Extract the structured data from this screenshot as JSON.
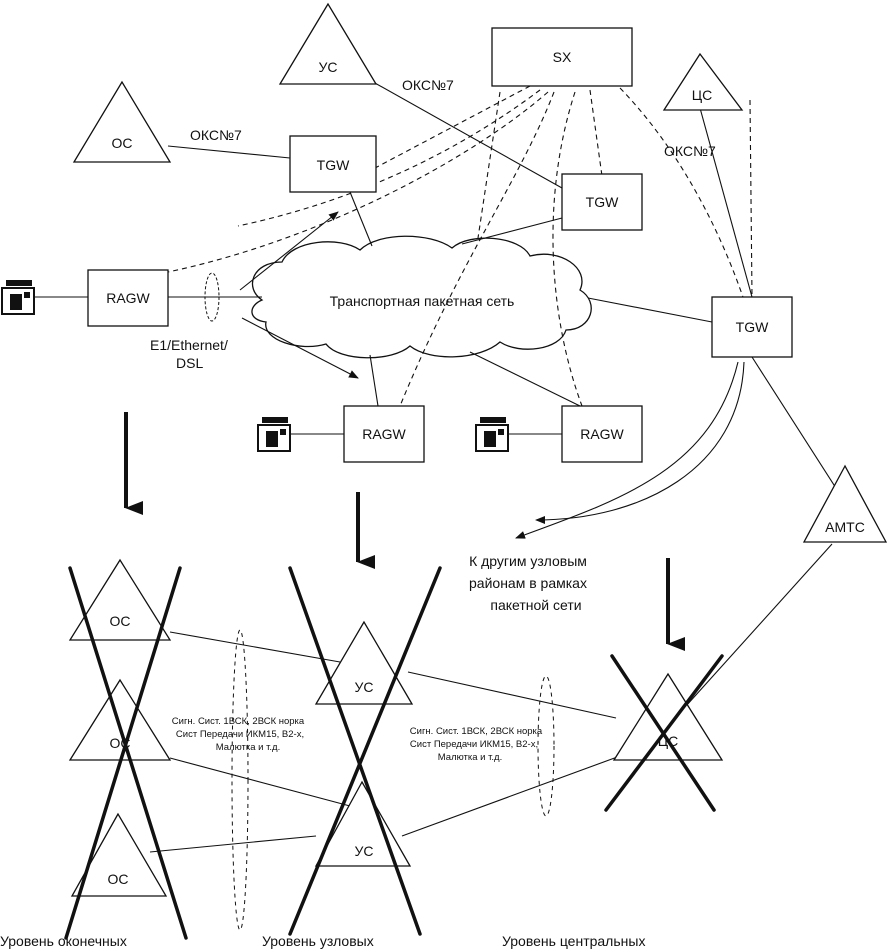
{
  "nodes": {
    "sx": "SX",
    "tgw": "TGW",
    "ragw": "RAGW",
    "oc": "ОС",
    "uc": "УС",
    "cc": "ЦС",
    "amtc": "АМТС"
  },
  "links": {
    "oksn7": "ОКС№7",
    "access": [
      "E1/Ethernet/",
      "DSL"
    ]
  },
  "cloud_label": "Транспортная пакетная сеть",
  "other_regions": [
    "К другим узловым",
    "районам в рамках",
    "пакетной сети"
  ],
  "legacy_note_left": [
    "Сигн. Сист. 1ВСК, 2ВСК норка",
    "Сист Передачи ИКМ15, В2-х,",
    "Малютка и т.д."
  ],
  "legacy_note_right": [
    "Сигн. Сист. 1ВСК, 2ВСК норка",
    "Сист Передачи ИКМ15, В2-х,",
    "Малютка и т.д."
  ],
  "levels": [
    "Уровень оконечных",
    "Уровень узловых",
    "Уровень центральных"
  ]
}
